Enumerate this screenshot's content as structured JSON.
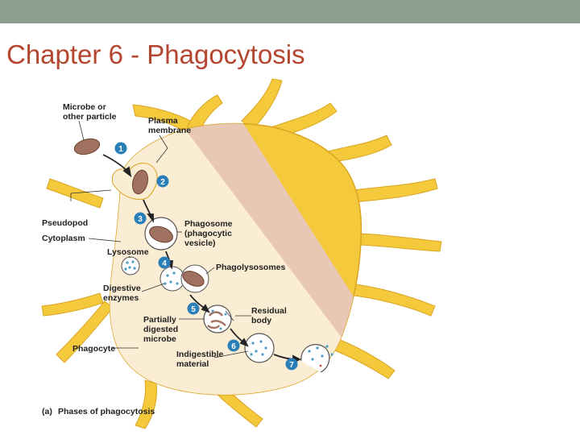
{
  "slide": {
    "title": "Chapter 6 - Phagocytosis",
    "top_bar_color": "#8e9e8e",
    "title_color": "#b4452f"
  },
  "diagram": {
    "caption_letter": "(a)",
    "caption_text": "Phases of phagocytosis",
    "cell_color": "#f5c93c",
    "cytoplasm_color": "#fbecd4",
    "lysosome_color": "#4aa0c8",
    "labels": {
      "microbe": [
        "Microbe or",
        "other particle"
      ],
      "plasma_membrane": [
        "Plasma",
        "membrane"
      ],
      "pseudopod": "Pseudopod",
      "cytoplasm": "Cytoplasm",
      "lysosome": "Lysosome",
      "phagosome": [
        "Phagosome",
        "(phagocytic",
        "vesicle)"
      ],
      "phagolysosomes": "Phagolysosomes",
      "digestive_enzymes": [
        "Digestive",
        "enzymes"
      ],
      "partially_digested": [
        "Partially",
        "digested",
        "microbe"
      ],
      "residual_body": [
        "Residual",
        "body"
      ],
      "phagocyte": "Phagocyte",
      "indigestible": [
        "Indigestible",
        "material"
      ]
    },
    "steps": [
      "1",
      "2",
      "3",
      "4",
      "5",
      "6",
      "7"
    ]
  }
}
